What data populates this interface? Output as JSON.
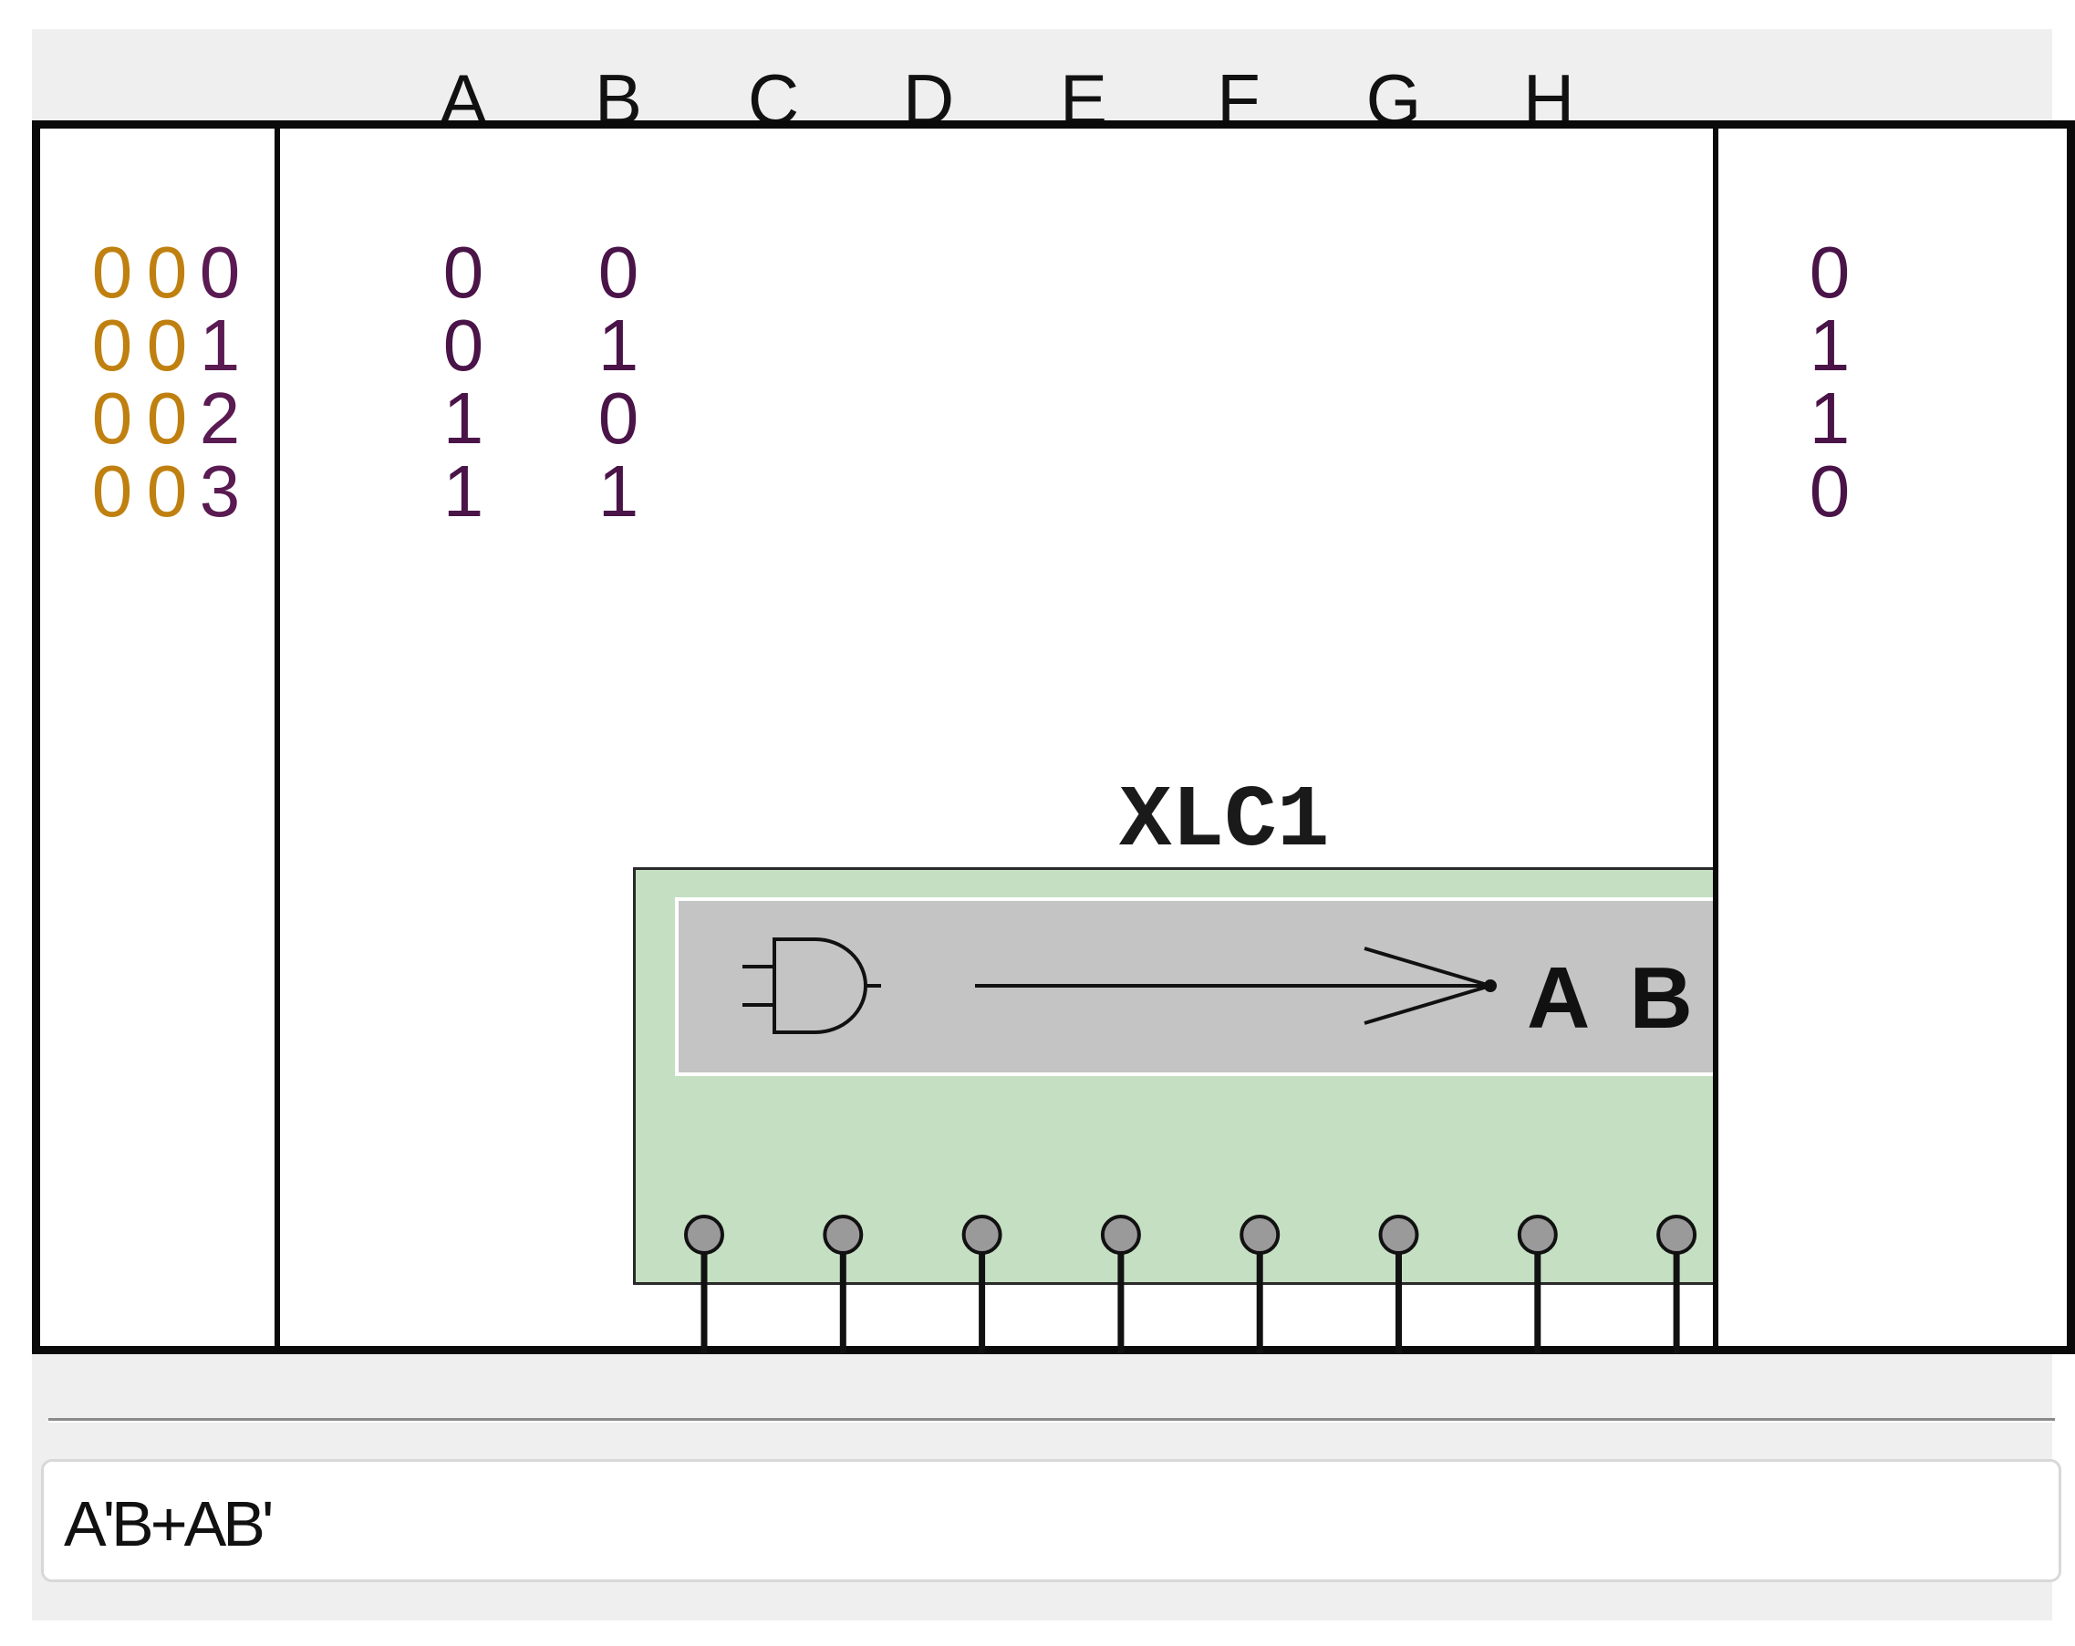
{
  "column_headers": [
    "A",
    "B",
    "C",
    "D",
    "E",
    "F",
    "G",
    "H"
  ],
  "rows": [
    {
      "index": [
        "0",
        "0",
        "0"
      ],
      "A": "0",
      "B": "0",
      "output": "0"
    },
    {
      "index": [
        "0",
        "0",
        "1"
      ],
      "A": "0",
      "B": "1",
      "output": "1"
    },
    {
      "index": [
        "0",
        "0",
        "2"
      ],
      "A": "1",
      "B": "0",
      "output": "1"
    },
    {
      "index": [
        "0",
        "0",
        "3"
      ],
      "A": "1",
      "B": "1",
      "output": "0"
    }
  ],
  "component": {
    "label": "XLC1",
    "display_text": "A B",
    "icons": [
      "and-gate-icon",
      "arrow-right-icon"
    ]
  },
  "expression": {
    "value": "A'B+AB'"
  },
  "colors": {
    "chip_body": "#c5dfc3",
    "chip_display": "#c4c4c4",
    "index_digits": "#c08010",
    "values": "#4a1448"
  }
}
